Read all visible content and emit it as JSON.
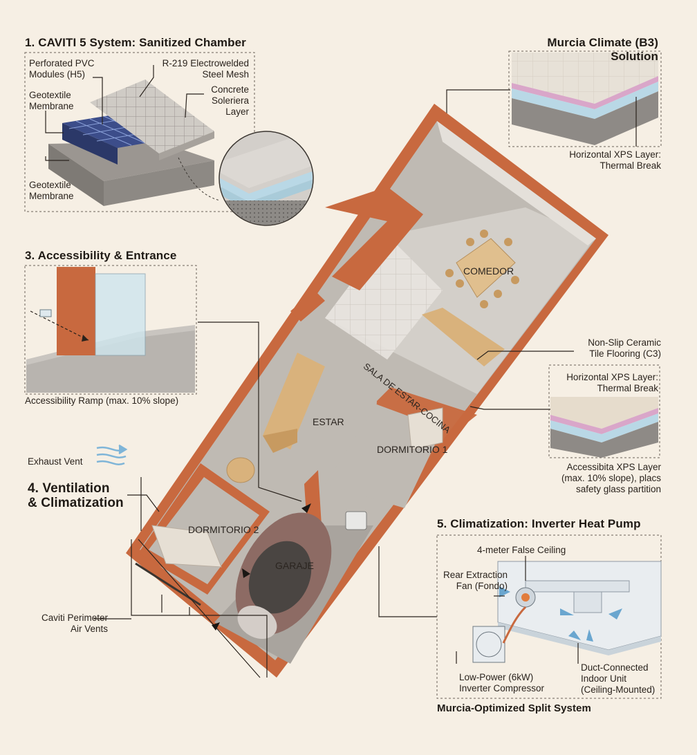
{
  "section1": {
    "title": "1. CAVITI 5 System: Sanitized Chamber",
    "label_pvc": [
      "Perforated PVC",
      "Modules (H5)"
    ],
    "label_mesh": [
      "R-219 Electrowelded",
      "Steel Mesh"
    ],
    "label_geo_top": [
      "Geotextile",
      "Membrane"
    ],
    "label_concrete": [
      "Concrete",
      "Soleriera",
      "Layer"
    ],
    "label_geo_bottom": [
      "Geotextile",
      "Membrane"
    ]
  },
  "section_murcia": {
    "title": "Murcia Climate (B3) Solution",
    "label_xps": [
      "Horizontal XPS Layer:",
      "Thermal Break"
    ]
  },
  "section3": {
    "title": "3. Accessibility & Entrance",
    "caption": "Accessibility Ramp (max. 10% slope)"
  },
  "section4": {
    "title": [
      "4. Ventilation",
      "& Climatization"
    ],
    "exhaust": "Exhaust Vent",
    "perimeter": [
      "Caviti Perimeter",
      "Air Vents"
    ]
  },
  "floor_labels": {
    "non_slip": [
      "Non-Slip Ceramic",
      "Tile Flooring (C3)"
    ],
    "xps2": [
      "Horizontal XPS Layer:",
      "Thermal Break"
    ],
    "access_xps": [
      "Accessibita XPS Layer",
      "(max. 10% slope), placs",
      "safety glass partition"
    ]
  },
  "rooms": {
    "comedor": "COMEDOR",
    "sala": "SALA DE ESTAR-COCINA",
    "estar": "ESTAR",
    "dorm1": "DORMITORIO 1",
    "dorm2": "DORMITORIO 2",
    "garaje": "GARAJE"
  },
  "section5": {
    "title": "5. Climatization: Inverter Heat Pump",
    "false_ceiling": "4-meter False Ceiling",
    "rear_fan": [
      "Rear Extraction",
      "Fan (Fondo)"
    ],
    "compressor": [
      "Low-Power (6kW)",
      "Inverter Compressor"
    ],
    "indoor_unit": [
      "Duct-Connected",
      "Indoor Unit",
      "(Ceiling-Mounted)"
    ],
    "footer": "Murcia-Optimized Split System"
  },
  "colors": {
    "wall": "#c8693f",
    "floor": "#bfbab3",
    "wood": "#d9b27c",
    "xps_blue": "#b9d8e6",
    "xps_pink": "#d9a6c9",
    "background": "#f6efe4"
  }
}
